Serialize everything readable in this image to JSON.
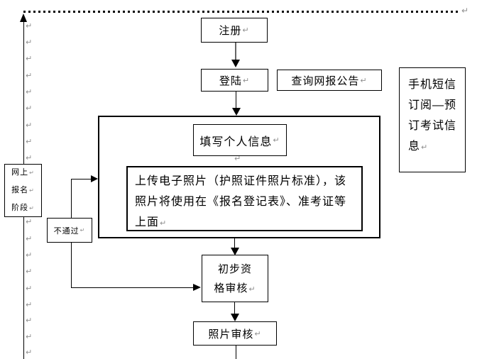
{
  "diagram": {
    "type": "flowchart",
    "language": "zh-CN",
    "colors": {
      "line": "#000000",
      "box_border": "#000000",
      "box_fill": "#ffffff",
      "text": "#000000",
      "formatting_mark": "#8f8f8f",
      "thick_arrow_shaft": "#666666"
    },
    "marks": {
      "pilcrow": "↵"
    },
    "nodes": {
      "register": {
        "label": "注册"
      },
      "login": {
        "label": "登陆"
      },
      "query_announcement": {
        "label": "查询网报公告"
      },
      "sms_subscription": {
        "label": "手机短信订阅—预订考试信息",
        "lines": [
          "手机短信",
          "订阅—预",
          "订考试信",
          "息"
        ]
      },
      "fill_personal_info": {
        "label": "填写个人信息"
      },
      "upload_photo": {
        "label": "上传电子照片（护照证件照片标准），该照片将使用在《报名登记表》、准考证等上面",
        "lines": [
          "上传电子照片（护照证件照片标准），该",
          "照片将使用在《报名登记表》、准考证等",
          "上面"
        ]
      },
      "online_registration_stage": {
        "label": "网上报名阶段",
        "lines": [
          "网上",
          "报名",
          "阶段"
        ]
      },
      "not_pass": {
        "label": "不通过"
      },
      "preliminary_review": {
        "label": "初步资格审核",
        "lines": [
          "初步资",
          "格审核"
        ]
      },
      "photo_review": {
        "label": "照片审核"
      }
    },
    "left_margin_marks_y": [
      37,
      60,
      83,
      107,
      130,
      153,
      177,
      200,
      223,
      313,
      337,
      360,
      383,
      407,
      430,
      452,
      475,
      497
    ]
  }
}
